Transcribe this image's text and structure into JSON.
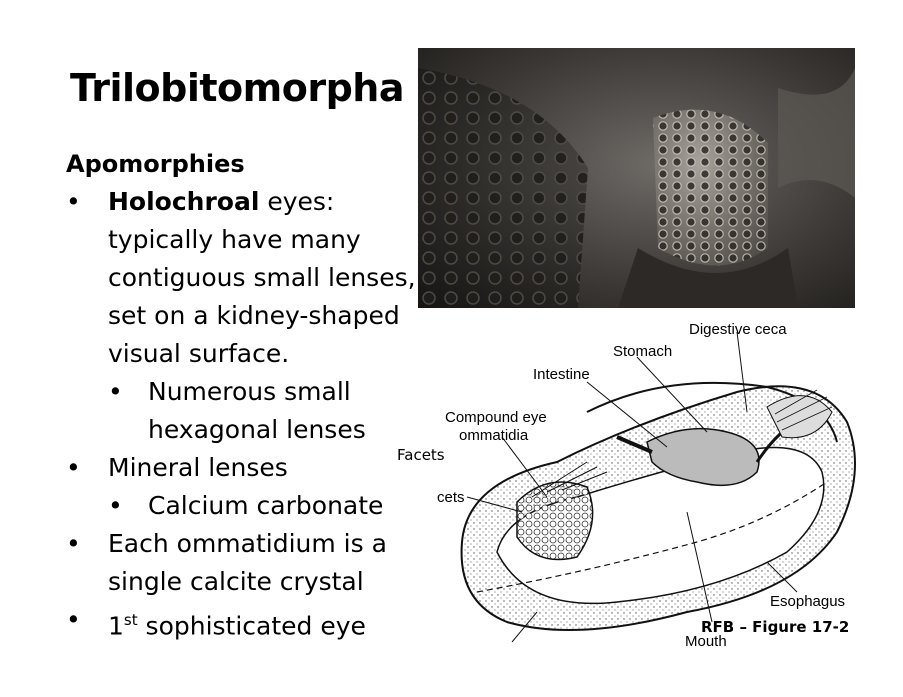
{
  "slide": {
    "title": "Trilobitomorpha",
    "heading": "Apomorphies",
    "bullets": [
      {
        "bold": "Holochroal",
        "text": " eyes: typically have many contiguous small lenses, set on a kidney-shaped visual surface."
      },
      {
        "text": "Numerous small hexagonal lenses"
      },
      {
        "text": "Mineral lenses"
      },
      {
        "text": "Calcium carbonate"
      },
      {
        "text": "Each ommatidium is a single calcite crystal"
      },
      {
        "pre": "1",
        "sup": "st",
        "post": " sophisticated eye"
      }
    ],
    "bullet_glyph": "•"
  },
  "figure": {
    "labels": {
      "digestive_ceca": "Digestive ceca",
      "stomach": "Stomach",
      "intestine": "Intestine",
      "compound_eye": "Compound eye",
      "ommatidia": "ommatidia",
      "facets_partial": "cets",
      "esophagus": "Esophagus",
      "mouth": "Mouth",
      "facets": "Facets"
    },
    "caption": "RFB – Figure 17-2"
  }
}
